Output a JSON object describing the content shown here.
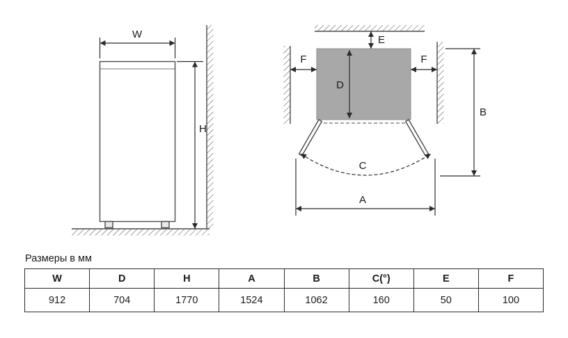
{
  "note": "Размеры в мм",
  "diagram": {
    "labels": {
      "w": "W",
      "h": "H",
      "d": "D",
      "e": "E",
      "f": "F",
      "b": "B",
      "c": "C",
      "a": "A"
    }
  },
  "table": {
    "headers": [
      "W",
      "D",
      "H",
      "A",
      "B",
      "C(°)",
      "E",
      "F"
    ],
    "values": [
      "912",
      "704",
      "1770",
      "1524",
      "1062",
      "160",
      "50",
      "100"
    ]
  }
}
